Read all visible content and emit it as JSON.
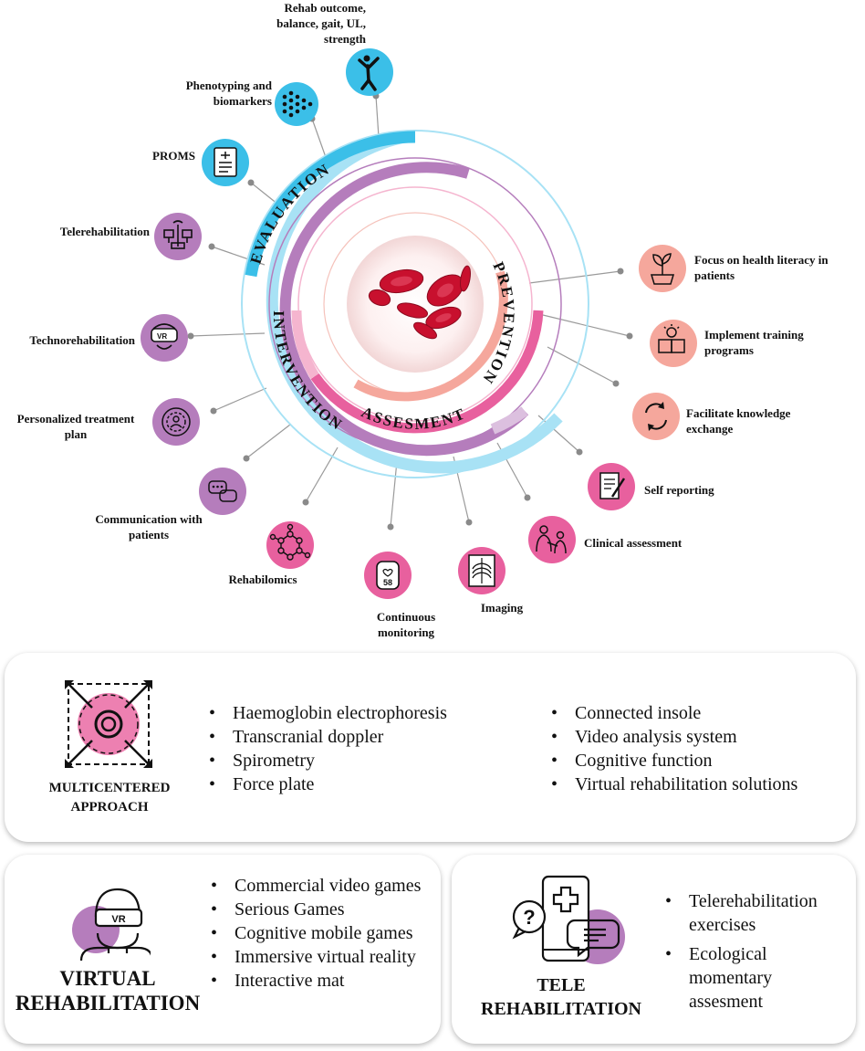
{
  "center_ring": {
    "evaluation": "EVALUATION",
    "intervention": "INTERVENTION",
    "assesment": "ASSESMENT",
    "prevention": "PREVENTION"
  },
  "evaluation_items": [
    {
      "label": "Rehab outcome, balance, gait, UL, strength",
      "icon": "person-jumping-icon"
    },
    {
      "label": "Phenotyping and biomarkers",
      "icon": "dots-arrow-icon"
    },
    {
      "label": "PROMS",
      "icon": "clipboard-icon"
    }
  ],
  "intervention_items": [
    {
      "label": "Telerehabilitation",
      "icon": "network-devices-icon"
    },
    {
      "label": "Technorehabilitation",
      "icon": "vr-headset-icon"
    },
    {
      "label": "Personalized treatment plan",
      "icon": "target-person-icon"
    },
    {
      "label": "Communication with patients",
      "icon": "chat-bubbles-icon"
    }
  ],
  "assessment_items": [
    {
      "label": "Rehabilomics",
      "icon": "molecule-icon"
    },
    {
      "label": "Continuous monitoring",
      "icon": "smartwatch-icon",
      "value": "58"
    },
    {
      "label": "Imaging",
      "icon": "xray-icon"
    },
    {
      "label": "Clinical assessment",
      "icon": "clinician-icon"
    },
    {
      "label": "Self reporting",
      "icon": "document-pen-icon"
    }
  ],
  "prevention_items": [
    {
      "label": "Focus on health literacy in patients",
      "icon": "sprout-icon"
    },
    {
      "label": "Implement training programs",
      "icon": "book-bulb-icon"
    },
    {
      "label": "Facilitate knowledge exchange",
      "icon": "refresh-arrows-icon"
    }
  ],
  "multicentered": {
    "title_line1": "MULTICENTERED",
    "title_line2": "APPROACH",
    "icon": "target-expand-icon",
    "left_items": [
      "Haemoglobin electrophoresis",
      "Transcranial doppler",
      "Spirometry",
      "Force plate"
    ],
    "right_items": [
      "Connected insole",
      "Video analysis system",
      "Cognitive function",
      "Virtual rehabilitation solutions"
    ]
  },
  "virtual": {
    "title_line1": "VIRTUAL",
    "title_line2": "REHABILITATION",
    "icon": "vr-person-icon",
    "icon_text": "VR",
    "items": [
      "Commercial video games",
      "Serious Games",
      "Cognitive mobile games",
      "Immersive virtual reality",
      "Interactive mat"
    ]
  },
  "tele": {
    "title_line1": "TELE",
    "title_line2": "REHABILITATION",
    "icon": "phone-chat-icon",
    "icon_text": "?",
    "items": [
      "Telerehabilitation exercises",
      "Ecological momentary assesment"
    ]
  },
  "colors": {
    "blue": "#3bbfe8",
    "light_blue": "#a8e2f5",
    "purple": "#b57dbc",
    "dark_purple": "#a85aa8",
    "pink": "#e8609e",
    "light_pink": "#f5b5cf",
    "salmon": "#f5a79c",
    "blood": "#c8102e"
  }
}
